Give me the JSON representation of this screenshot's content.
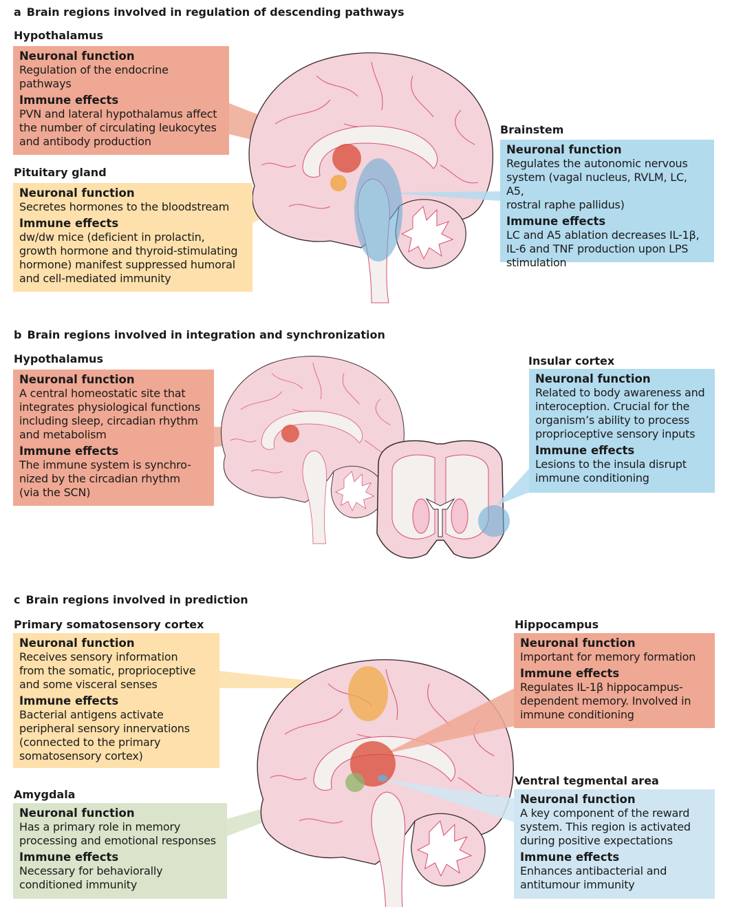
{
  "labels": {
    "neuronal_function": "Neuronal function",
    "immune_effects": "Immune effects"
  },
  "colors": {
    "salmon": "#efa893",
    "yellow": "#fde0ab",
    "blue": "#b3dbee",
    "green": "#d9e4ca",
    "pale_blue": "#cfe6f2",
    "brain_fill": "#f4d3da",
    "brain_line": "#d94f74"
  },
  "panels": [
    {
      "letter": "a",
      "title": "Brain regions involved in regulation of descending pathways",
      "regions": [
        {
          "name": "Hypothalamus",
          "color": "salmon",
          "neuronal_function": "Regulation of the endocrine\npathways",
          "immune_effects": "PVN and lateral hypothalamus affect\nthe number of circulating leukocytes\nand antibody production"
        },
        {
          "name": "Pituitary gland",
          "color": "yellow",
          "neuronal_function": "Secretes hormones to the bloodstream",
          "immune_effects": "dw/dw mice (deficient in prolactin,\ngrowth hormone and thyroid-stimulating\nhormone) manifest suppressed humoral\nand cell-mediated immunity"
        },
        {
          "name": "Brainstem",
          "color": "blue",
          "neuronal_function": "Regulates the autonomic nervous\nsystem (vagal nucleus, RVLM, LC, A5,\nrostral raphe pallidus)",
          "immune_effects": "LC and A5 ablation decreases IL-1β,\nIL-6 and TNF production upon LPS\nstimulation"
        }
      ]
    },
    {
      "letter": "b",
      "title": "Brain regions involved in integration and synchronization",
      "regions": [
        {
          "name": "Hypothalamus",
          "color": "salmon",
          "neuronal_function": "A central homeostatic site that\nintegrates physiological functions\nincluding sleep, circadian rhythm\nand metabolism",
          "immune_effects": "The immune system is synchro-\nnized by the circadian rhythm\n(via the SCN)"
        },
        {
          "name": "Insular cortex",
          "color": "blue",
          "neuronal_function": "Related to body awareness and\ninteroception. Crucial for the\norganism’s ability to process\nproprioceptive sensory inputs",
          "immune_effects": "Lesions to the insula disrupt\nimmune conditioning"
        }
      ]
    },
    {
      "letter": "c",
      "title": "Brain regions involved in prediction",
      "regions": [
        {
          "name": "Primary somatosensory cortex",
          "color": "yellow",
          "neuronal_function": "Receives sensory information\nfrom the somatic, proprioceptive\nand some visceral senses",
          "immune_effects": "Bacterial antigens activate\nperipheral sensory innervations\n(connected to the primary\nsomatosensory cortex)"
        },
        {
          "name": "Amygdala",
          "color": "green",
          "neuronal_function": "Has a primary role in memory\nprocessing and emotional responses",
          "immune_effects": "Necessary for behaviorally\nconditioned immunity"
        },
        {
          "name": "Hippocampus",
          "color": "salmon",
          "neuronal_function": "Important for memory formation",
          "immune_effects": "Regulates IL-1β hippocampus-\ndependent memory. Involved in\nimmune conditioning"
        },
        {
          "name": "Ventral tegmental area",
          "color": "pale_blue",
          "neuronal_function": "A key component of the reward\nsystem. This region is activated\nduring positive expectations",
          "immune_effects": "Enhances antibacterial and\nantitumour immunity"
        }
      ]
    }
  ]
}
